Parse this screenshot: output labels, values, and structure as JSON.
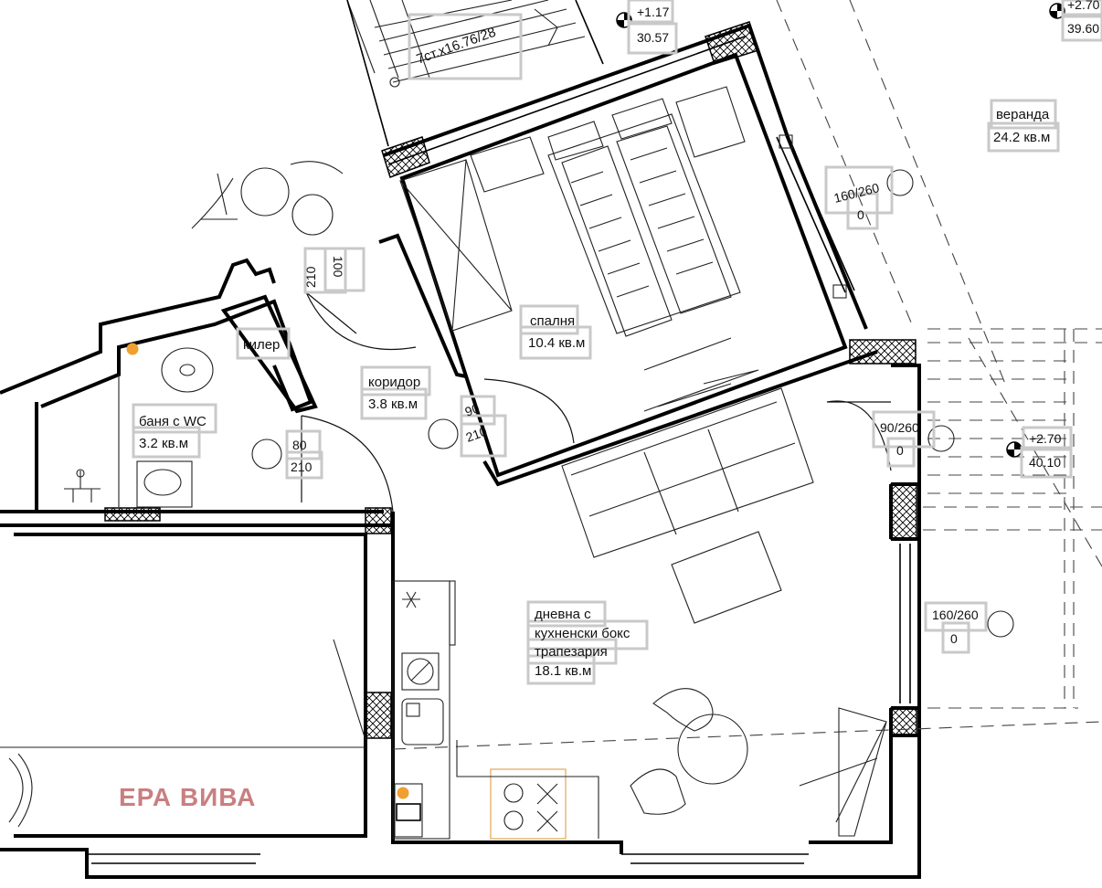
{
  "watermark": "ЕРА ВИВА",
  "stairs": {
    "label": "7ст.х16.76/28"
  },
  "elevations": {
    "top_center_1": "+1.17",
    "top_center_2": "30.57",
    "top_right_1": "+2.70",
    "top_right_2": "39.60",
    "right_1": "+2.70",
    "right_2": "40.10"
  },
  "rooms": {
    "veranda": {
      "name": "веранда",
      "area": "24.2 кв.м"
    },
    "bedroom": {
      "name": "спалня",
      "area": "10.4 кв.м"
    },
    "pantry": {
      "name": "килер"
    },
    "corridor": {
      "name": "коридор",
      "area": "3.8 кв.м"
    },
    "bathroom": {
      "name": "баня с WC",
      "area": "3.2 кв.м"
    },
    "living": {
      "line1": "дневна с",
      "line2": "кухненски бокс",
      "line3": "трапезария",
      "area": "18.1 кв.м"
    }
  },
  "openings": {
    "door_entry": {
      "top": "100",
      "bottom": "210"
    },
    "door_bedroom": {
      "top": "90",
      "bottom": "210"
    },
    "door_bath": {
      "top": "80",
      "bottom": "210"
    },
    "window_bedroom": {
      "top": "160/260",
      "bottom": "0"
    },
    "door_veranda": {
      "top": "90/260",
      "bottom": "0"
    },
    "window_living": {
      "top": "160/260",
      "bottom": "0"
    }
  },
  "colors": {
    "watermark": "#c97f80",
    "highlight": "#f0a030",
    "label_box": "#c9c9c9"
  }
}
